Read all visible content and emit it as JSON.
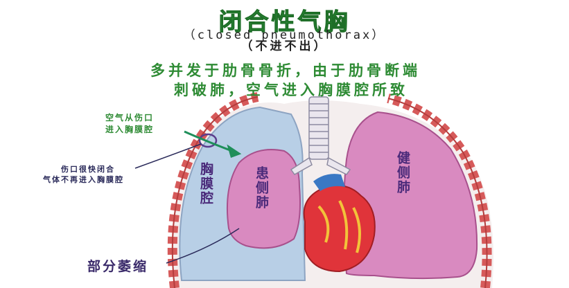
{
  "title": {
    "chinese": "闭合性气胸",
    "english": "（closed pneumothorax）",
    "note": "（不进不出）"
  },
  "description": {
    "line1": "多并发于肋骨骨折，由于肋骨断端",
    "line2": "刺破肺，空气进入胸膜腔所致"
  },
  "labels": {
    "air_entry_line1": "空气从伤口",
    "air_entry_line2": "进入胸膜腔",
    "wound_closed_line1": "伤口很快闭合",
    "wound_closed_line2": "气体不再进入胸膜腔",
    "pleural_cavity": "胸膜腔",
    "affected_lung": "患侧肺",
    "healthy_lung": "健侧肺",
    "partial_atrophy": "部分萎缩"
  },
  "colors": {
    "title_green": "#2f9a3b",
    "lung_pink": "#d98ac0",
    "pleural_blue": "#b8cfe6",
    "rib_red": "#d65a5a",
    "heart_red": "#e0343a",
    "arrow_green": "#1f8f5a"
  }
}
